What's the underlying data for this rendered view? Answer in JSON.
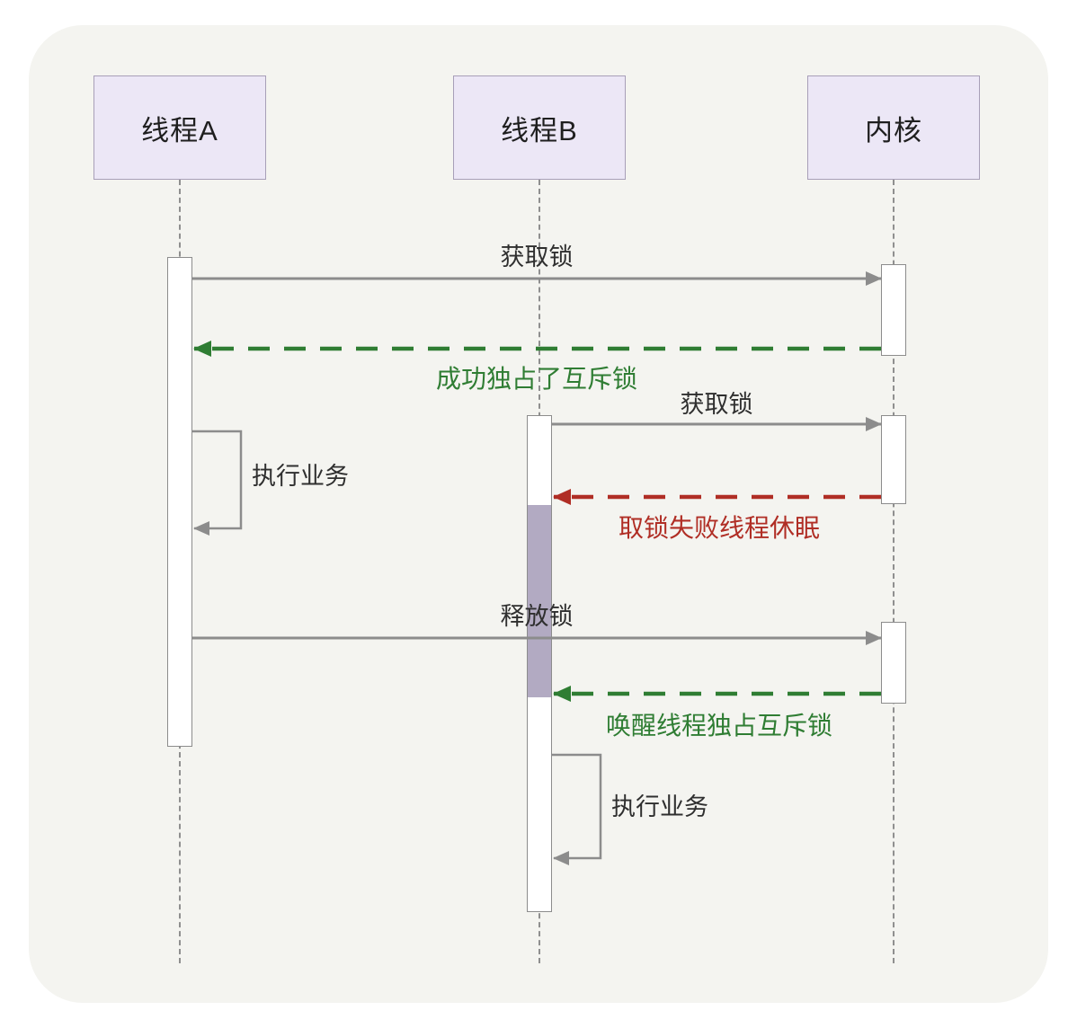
{
  "participants": [
    {
      "id": "thread-a",
      "label": "线程A"
    },
    {
      "id": "thread-b",
      "label": "线程B"
    },
    {
      "id": "kernel",
      "label": "内核"
    }
  ],
  "messages": {
    "acquire_lock_a": "获取锁",
    "success_acquire": "成功独占了互斥锁",
    "acquire_lock_b": "获取锁",
    "fail_sleep": "取锁失败线程休眠",
    "exec_business_a": "执行业务",
    "release_lock": "释放锁",
    "wake_exclusive": "唤醒线程独占互斥锁",
    "exec_business_b": "执行业务"
  },
  "colors": {
    "arrow": "#8c8c8c",
    "success": "#2f7d33",
    "failure": "#b02e25",
    "participant_fill": "#ece7f6",
    "participant_border": "#a89fb8",
    "activation_border": "#8c8c8c",
    "activation_fill": "#ffffff",
    "sleep_fill": "#b2aac2",
    "panel_bg": "#f4f4f0",
    "text": "#2f2f2f"
  }
}
